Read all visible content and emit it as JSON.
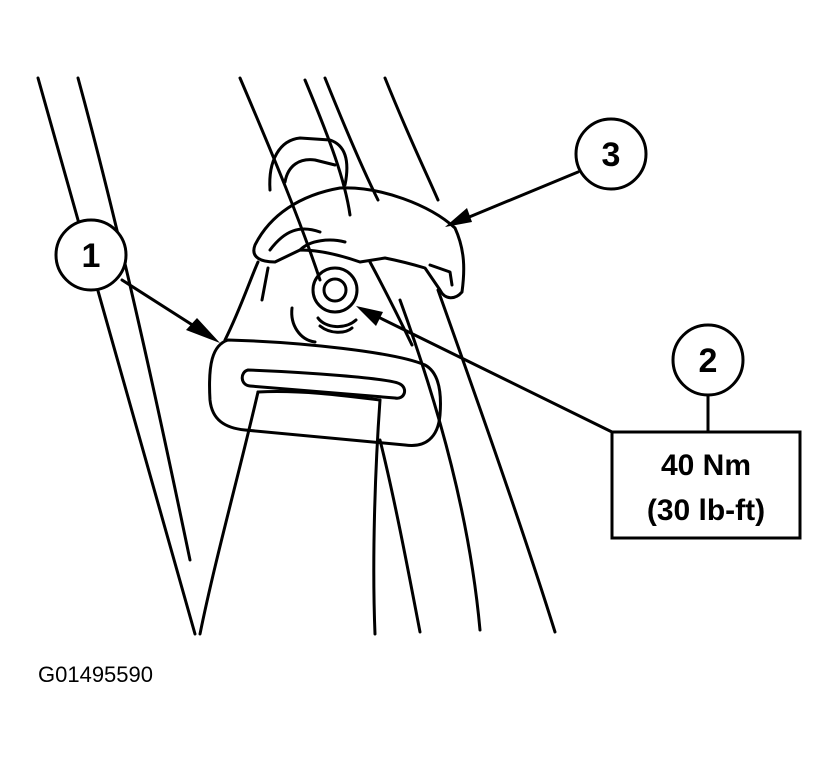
{
  "callouts": [
    {
      "id": "1",
      "label": "1"
    },
    {
      "id": "2",
      "label": "2"
    },
    {
      "id": "3",
      "label": "3"
    }
  ],
  "torque_spec": {
    "metric": "40 Nm",
    "imperial": "(30 lb-ft)"
  },
  "figure_id": "G01495590",
  "colors": {
    "line": "#000000",
    "background": "#ffffff"
  }
}
